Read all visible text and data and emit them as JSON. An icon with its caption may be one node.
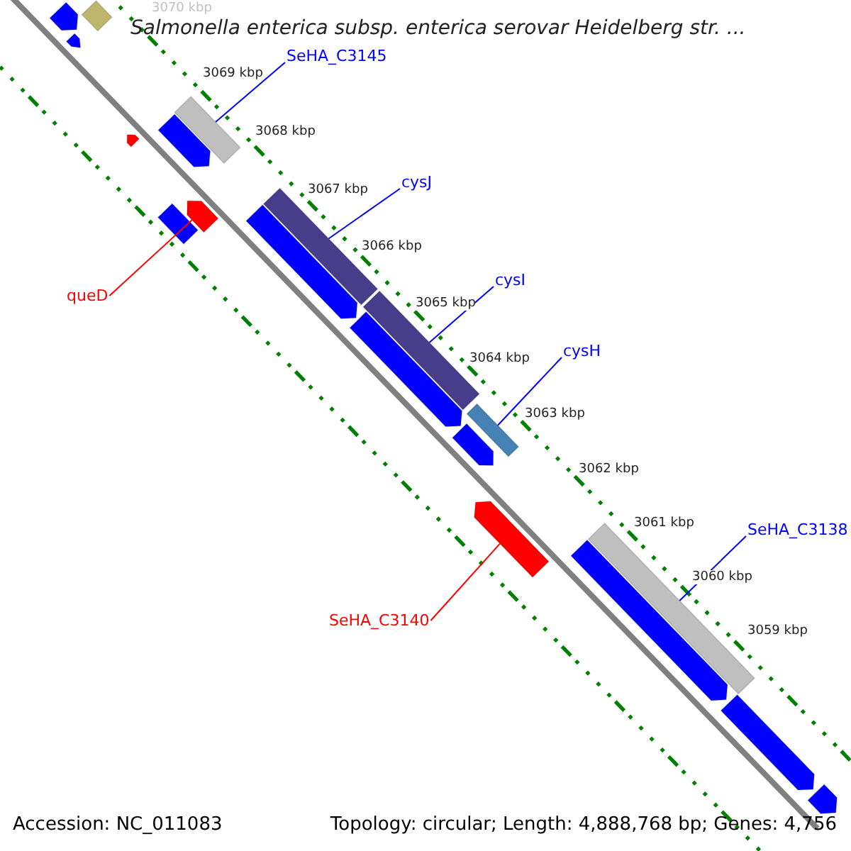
{
  "diagram": {
    "title": "Salmonella enterica subsp. enterica serovar Heidelberg str. ...",
    "nodes": [
      {
        "text": [],
        "shape": "arrow"
      },
      {
        "text": [],
        "shape": "bar"
      },
      {
        "text": [],
        "shape": "arrow"
      },
      {
        "text": [
          "SeHA_C3145"
        ]
      },
      {
        "text": [],
        "shape": "bar"
      },
      {
        "text": [],
        "shape": "arrow"
      },
      {
        "text": [],
        "shape": "arrow"
      },
      {
        "text": [],
        "shape": "arrow"
      },
      {
        "text": [],
        "shape": "bar"
      },
      {
        "text": [
          "queD"
        ]
      },
      {
        "text": [
          "cysJ"
        ]
      },
      {
        "text": [],
        "shape": "bar"
      },
      {
        "text": [],
        "shape": "arrow"
      },
      {
        "text": [
          "cysI"
        ]
      },
      {
        "text": [],
        "shape": "bar"
      },
      {
        "text": [],
        "shape": "arrow"
      },
      {
        "text": [
          "cysH"
        ]
      },
      {
        "text": [],
        "shape": "bar"
      },
      {
        "text": [],
        "shape": "arrow"
      },
      {
        "text": [],
        "shape": "arrow"
      },
      {
        "text": [
          "SeHA_C3140"
        ]
      },
      {
        "text": [
          "SeHA_C3138"
        ]
      },
      {
        "text": [],
        "shape": "bar"
      },
      {
        "text": [],
        "shape": "arrow"
      },
      {
        "text": [],
        "shape": "arrow"
      },
      {
        "text": [],
        "shape": "arrow"
      }
    ],
    "edges": [
      {
        "from": 3,
        "to": 4,
        "arrow": "none"
      },
      {
        "from": 9,
        "to": 7,
        "arrow": "none",
        "color": "#ff0000"
      },
      {
        "from": 10,
        "to": 11,
        "arrow": "none"
      },
      {
        "from": 13,
        "to": 14,
        "arrow": "none"
      },
      {
        "from": 16,
        "to": 17,
        "arrow": "none"
      },
      {
        "from": 20,
        "to": 19,
        "arrow": "none",
        "color": "#ff0000"
      },
      {
        "from": 21,
        "to": 22,
        "arrow": "none"
      }
    ],
    "labels": [
      "3070 kbp",
      "3069 kbp",
      "3068 kbp",
      "3067 kbp",
      "3066 kbp",
      "3065 kbp",
      "3064 kbp",
      "3063 kbp",
      "3062 kbp",
      "3061 kbp",
      "3060 kbp",
      "3059 kbp",
      "Accession: NC_011083",
      "Topology: circular; Length: 4,888,768 bp; Genes: 4,756"
    ]
  }
}
